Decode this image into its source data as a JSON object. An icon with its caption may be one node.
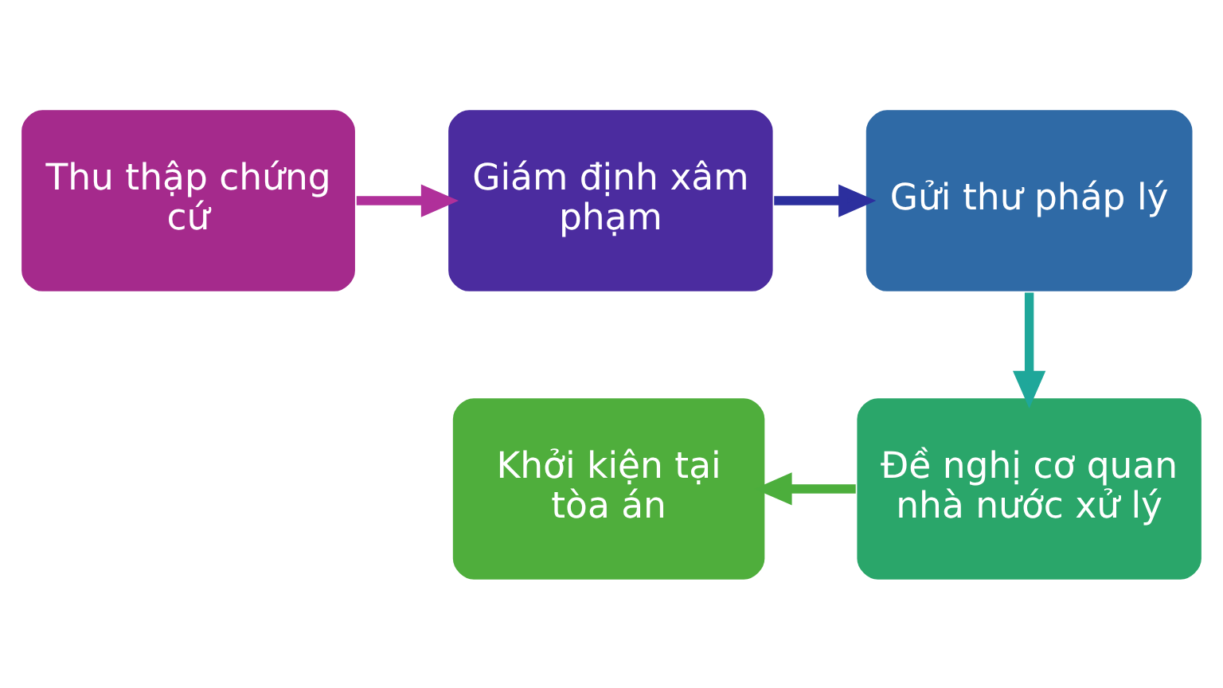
{
  "diagram": {
    "nodes": [
      {
        "text": [
          "Thu thập chứng cứ"
        ]
      },
      {
        "text": [
          "Giám định xâm phạm"
        ]
      },
      {
        "text": [
          "Gửi thư pháp lý"
        ]
      },
      {
        "text": [
          "Đề nghị cơ quan nhà nước xử lý"
        ]
      },
      {
        "text": [
          "Khởi kiện tại tòa án"
        ]
      }
    ],
    "edges": [
      {
        "from": 0,
        "to": 1,
        "arrow": "to",
        "color": "#b0309a"
      },
      {
        "from": 1,
        "to": 2,
        "arrow": "to",
        "color": "#2c2f9e"
      },
      {
        "from": 2,
        "to": 3,
        "arrow": "to",
        "color": "#1fa79a"
      },
      {
        "from": 3,
        "to": 4,
        "arrow": "to",
        "color": "#4cae3c"
      }
    ]
  }
}
